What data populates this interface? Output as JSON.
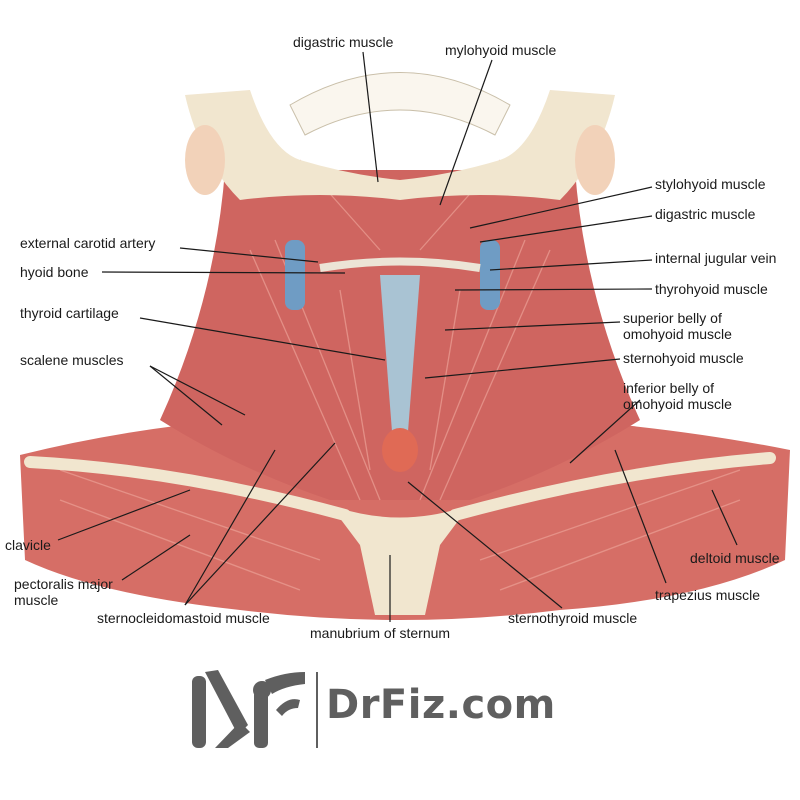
{
  "title": "Anterior neck muscles diagram",
  "labels": {
    "digastric_top": "digastric muscle",
    "mylohyoid": "mylohyoid muscle",
    "stylohyoid": "stylohyoid muscle",
    "digastric_right": "digastric muscle",
    "internal_jugular": "internal jugular vein",
    "thyrohyoid": "thyrohyoid muscle",
    "superior_omohyoid_1": "superior belly of",
    "superior_omohyoid_2": "omohyoid muscle",
    "sternohyoid": "sternohyoid muscle",
    "inferior_omohyoid_1": "inferior belly of",
    "inferior_omohyoid_2": "omohyoid muscle",
    "deltoid": "deltoid muscle",
    "trapezius": "trapezius muscle",
    "sternothyroid": "sternothyroid muscle",
    "manubrium": "manubrium of sternum",
    "sternocleidomastoid": "sternocleidomastoid muscle",
    "pectoralis_1": "pectoralis major",
    "pectoralis_2": "muscle",
    "clavicle": "clavicle",
    "scalene": "scalene muscles",
    "thyroid_cartilage": "thyroid cartilage",
    "hyoid": "hyoid bone",
    "external_carotid": "external carotid artery"
  },
  "logo": {
    "text": "DrFiz.com"
  },
  "colors": {
    "muscle": "#d66e66",
    "bone": "#f1e6cf",
    "vessel": "#6f9cc4",
    "logo": "#5f5f5f"
  }
}
